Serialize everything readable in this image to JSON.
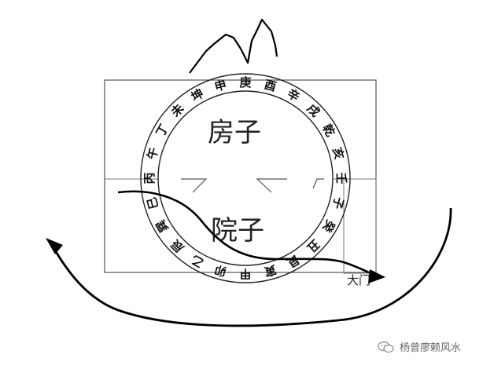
{
  "diagram": {
    "house_label": "房子",
    "yard_label": "院子",
    "gate_label": "大门",
    "compass_ring": [
      "午",
      "丁",
      "未",
      "坤",
      "申",
      "庚",
      "酉",
      "辛",
      "戌",
      "乾",
      "亥",
      "壬",
      "子",
      "癸",
      "丑",
      "艮",
      "寅",
      "甲",
      "卯",
      "乙",
      "辰",
      "巽",
      "巳",
      "丙"
    ]
  },
  "watermark": {
    "text": "杨曾廖赖风水",
    "icon": "wechat-icon"
  }
}
